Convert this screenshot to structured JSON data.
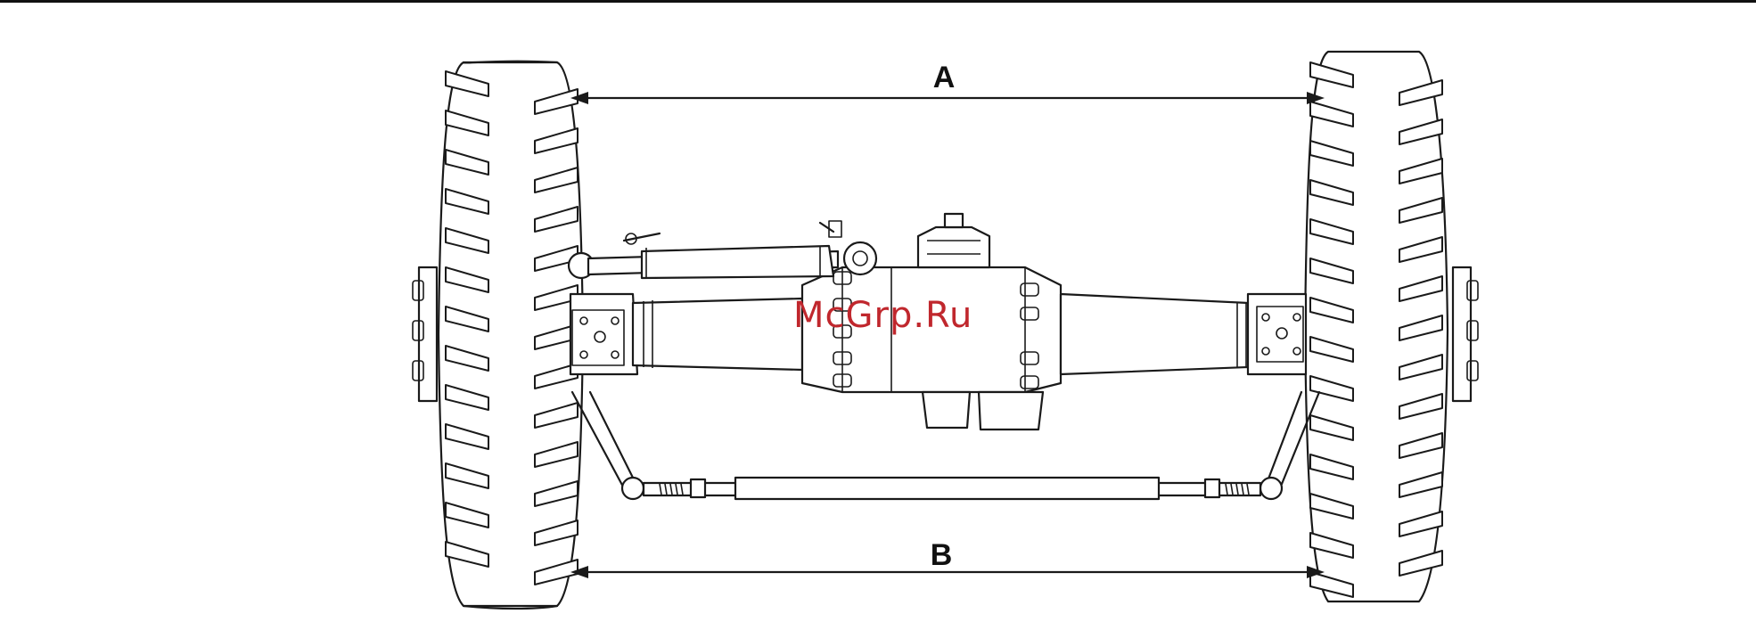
{
  "labels": {
    "dimension_a": "A",
    "dimension_b": "B"
  },
  "watermark": "McGrp.Ru",
  "colors": {
    "line": "#1a1a1a",
    "watermark": "#c0272d",
    "background": "#ffffff"
  }
}
